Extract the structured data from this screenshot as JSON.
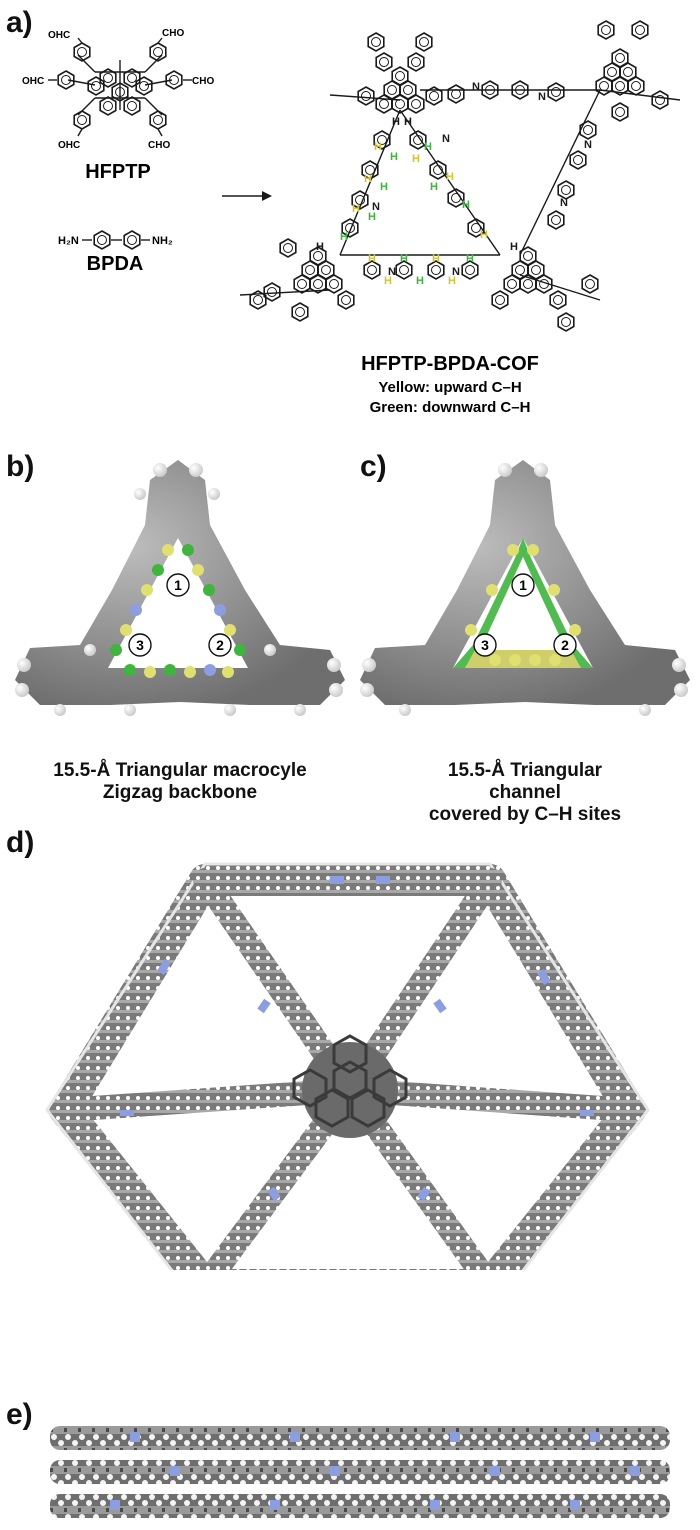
{
  "panel_a": {
    "letter": "a)",
    "monomer1_name": "HFPTP",
    "monomer2_name": "BPDA",
    "group_cho": "CHO",
    "group_ohc": "OHC",
    "group_h2n": "H₂N",
    "group_nh2": "NH₂",
    "atom_h": "H",
    "atom_n": "N",
    "product_name": "HFPTP-BPDA-COF",
    "legend_yellow": "Yellow: upward C–H",
    "legend_green": "Green: downward C–H"
  },
  "panel_b": {
    "letter": "b)",
    "site_labels": [
      "1",
      "2",
      "3"
    ],
    "caption_line1": "15.5-Å Triangular macrocyle",
    "caption_line2": "Zigzag backbone"
  },
  "panel_c": {
    "letter": "c)",
    "site_labels": [
      "1",
      "2",
      "3"
    ],
    "caption_line1": "15.5-Å Triangular",
    "caption_line2": "channel",
    "caption_line3": "covered by C–H sites"
  },
  "panel_d": {
    "letter": "d)"
  },
  "panel_e": {
    "letter": "e)"
  },
  "colors": {
    "carbon": "#8a8a8a",
    "carbon_dark": "#5a5a5a",
    "hydrogen": "#f2f2f2",
    "nitrogen": "#8c9ee0",
    "upward_ch": "#e0e070",
    "downward_ch": "#3fb43f",
    "bond": "#1a1a1a"
  }
}
